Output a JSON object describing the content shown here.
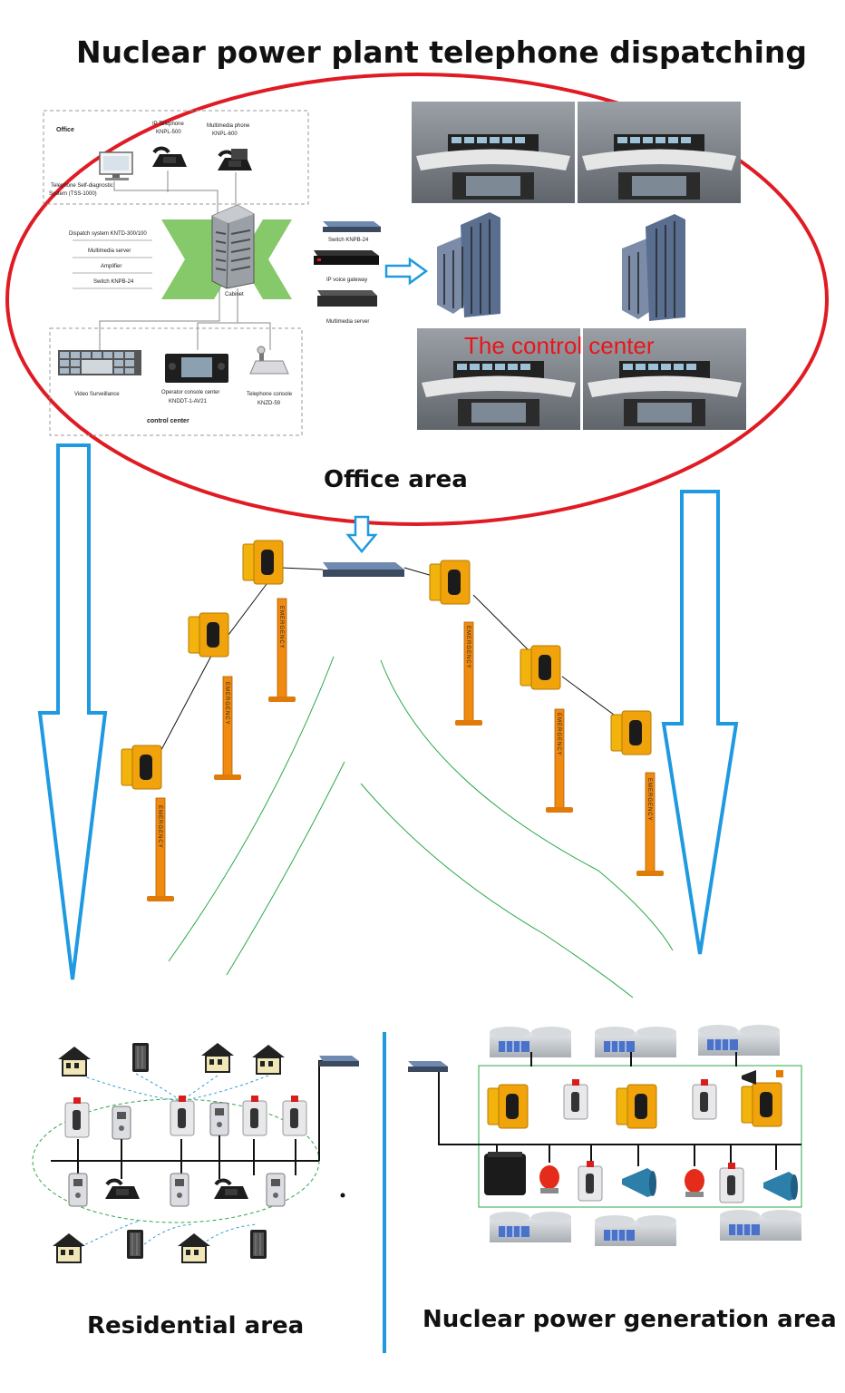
{
  "title": "Nuclear power plant telephone dispatching",
  "areas": {
    "office": "Office area",
    "residential": "Residential area",
    "generation": "Nuclear power generation area"
  },
  "control_center_overlay": "The control center",
  "office_diagram": {
    "office_label": "Office",
    "ip_phone": [
      "IP Telephone",
      "KNPL-500"
    ],
    "mm_phone": [
      "Multimedia phone",
      "KNPL-600"
    ],
    "self_diag": [
      "Telephone Self-diagnostic",
      "System (TSS-1000)"
    ],
    "cabinet_items": [
      "Dispatch system KNTD-300/100",
      "Multimedia server",
      "Amplifier",
      "Switch KNPB-24"
    ],
    "cabinet": "Cabinet",
    "switch": "Switch KNPB-24",
    "gateway": "IP voice gateway",
    "mm_server": "Multimedia server",
    "video": "Video Surveillance",
    "operator": [
      "Operator console center",
      "KNDDT-1-AV21"
    ],
    "console": [
      "Telephone console",
      "KNZD-59"
    ],
    "control_center": "control center"
  },
  "pillar_text": "EMERGENCY",
  "colors": {
    "ellipse": "#e01b24",
    "arrow": "#1f9ae0",
    "phone_body": "#f0a30a",
    "pole": "#f08a10",
    "green_line": "#2aa84a",
    "switch": "#3c4a60"
  }
}
